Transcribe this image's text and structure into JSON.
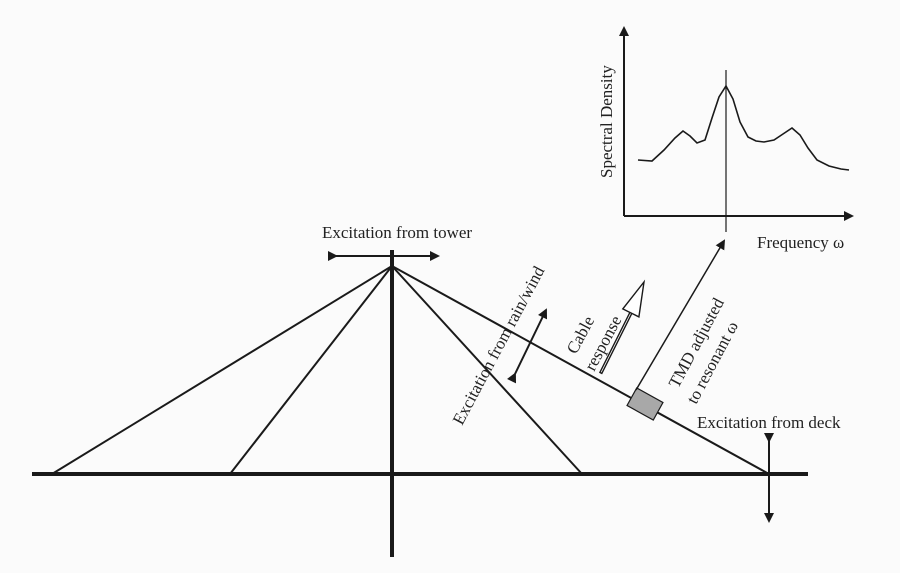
{
  "labels": {
    "tower_excitation": "Excitation from tower",
    "rain_wind_excitation": "Excitation from rain/wind",
    "cable_response_line1": "Cable",
    "cable_response_line2": "response",
    "tmd_line1": "TMD adjusted",
    "tmd_line2": "to resonant ω",
    "deck_excitation": "Excitation from deck",
    "spectrum_y_axis": "Spectral Density",
    "spectrum_x_axis": "Frequency ω"
  },
  "colors": {
    "line": "#1a1a1a",
    "damper_fill": "#a8a8a8",
    "background": "#fbfbfb"
  }
}
